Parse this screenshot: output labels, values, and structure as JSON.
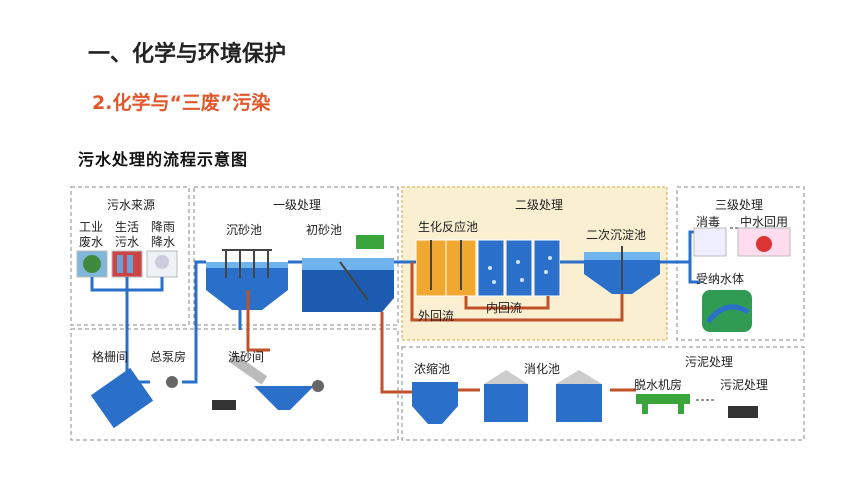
{
  "header": {
    "title": "一、化学与环境保护",
    "subtitle": "2.化学与“三废”污染",
    "diagram_title": "污水处理的流程示意图"
  },
  "diagram": {
    "sources": {
      "title": "污水来源",
      "items": [
        "工业废水",
        "生活污水",
        "降雨降水"
      ]
    },
    "primary": {
      "title": "一级处理",
      "grit": "沉砂池",
      "initial": "初砂池"
    },
    "secondary": {
      "title": "二级处理",
      "reactor": "生化反应池",
      "clarifier": "二次沉淀池",
      "outer_return": "外回流",
      "inner_return": "内回流"
    },
    "tertiary": {
      "title": "三级处理",
      "disinfect": "消毒",
      "reuse": "中水回用",
      "receiving": "受纳水体"
    },
    "pretreat": {
      "screen": "格栅间",
      "pump": "总泵房",
      "sand": "洗砂间"
    },
    "sludge": {
      "title": "污泥处理",
      "thicken": "浓缩池",
      "digest": "消化池",
      "dewater": "脱水机房",
      "disposal": "污泥处理"
    },
    "colors": {
      "water": "#2a6fc9",
      "sludge_pipe": "#c0522a",
      "secondary_bg": "#fbefd2",
      "reactor": "#f0a830"
    }
  }
}
